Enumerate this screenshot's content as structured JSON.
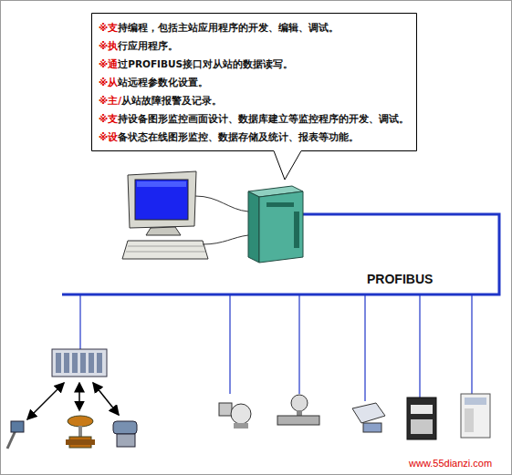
{
  "diagram": {
    "nodes": [
      {
        "text": [
          "※支持编程，包括主站应用程序的开发、编辑、调试。",
          "※执行应用程序。",
          "※通过PROFIBUS接口对从站的数据读写。",
          "※从站远程参数化设置。",
          "※主/从站故障报警及记录。",
          "※支持设备图形监控画面设计、数据库建立等监控程序的开发、调试。",
          "※设备状态在线图形监控、数据存储及统计、报表等功能。"
        ]
      }
    ],
    "labels": [
      "PROFIBUS",
      "www.55dianzi.com"
    ]
  }
}
